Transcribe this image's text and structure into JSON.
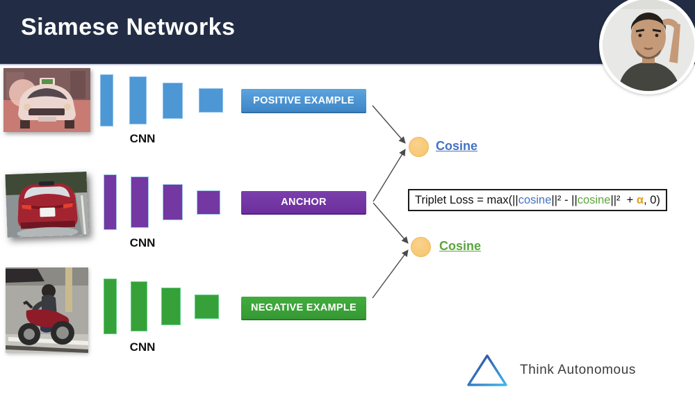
{
  "header": {
    "title": "Siamese Networks"
  },
  "webcam": {
    "description": "presenter-face-cam"
  },
  "branches": [
    {
      "id": "positive",
      "image": "white-taxi-front-view",
      "cnn_label": "CNN",
      "label": "POSITIVE EXAMPLE",
      "color": "#3E86C6"
    },
    {
      "id": "anchor",
      "image": "red-tesla-rear-view",
      "cnn_label": "CNN",
      "label": "ANCHOR",
      "color": "#6C2F9C"
    },
    {
      "id": "negative",
      "image": "motorcycle-rider",
      "cnn_label": "CNN",
      "label": "NEGATIVE EXAMPLE",
      "color": "#369934"
    }
  ],
  "cosine_nodes": [
    {
      "label": "Cosine",
      "color": "#4472C4"
    },
    {
      "label": "Cosine",
      "color": "#5BA63C"
    }
  ],
  "formula": {
    "p1": "Triplet Loss = max(||",
    "cosine_pos": "cosine",
    "p2": "||² - ||",
    "cosine_neg": "cosine",
    "p3": "||²  + ",
    "alpha": "α",
    "p4": ", 0)"
  },
  "footer": {
    "brand": "Think Autonomous"
  },
  "colors": {
    "header_bg": "#222D45",
    "positive": "#4E97D5",
    "anchor": "#7338A2",
    "negative": "#37A139",
    "cosine_pos": "#4472C4",
    "cosine_neg": "#5BA63C",
    "alpha": "#DFA020",
    "node_fill": "#F6C469"
  }
}
